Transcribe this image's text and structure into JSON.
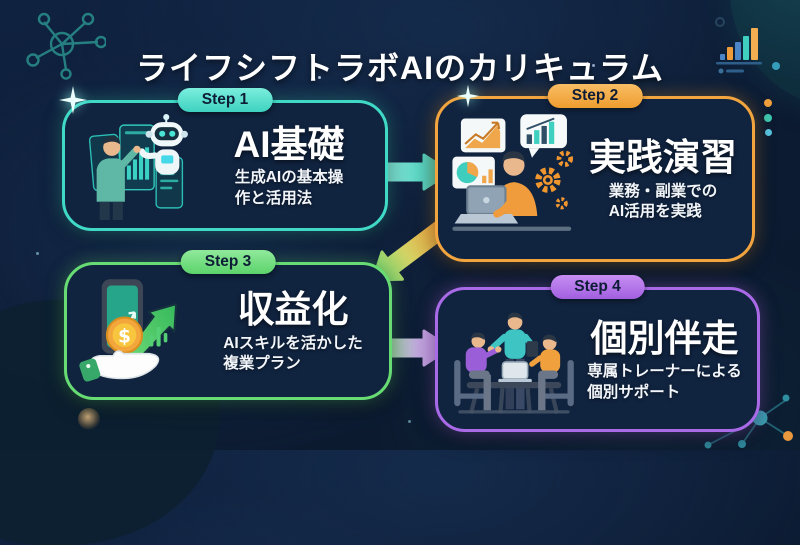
{
  "page_title": "ライフシフトラボAIのカリキュラム",
  "steps": [
    {
      "badge": "Step 1",
      "name": "AI基礎",
      "desc_line1": "生成AIの基本操",
      "desc_line2": "作と活用法",
      "accent": "#3FD9C6",
      "illustration": "person-teaching-robot"
    },
    {
      "badge": "Step 2",
      "name": "実践演習",
      "desc_line1": "業務・副業での",
      "desc_line2": "AI活用を実践",
      "accent": "#F2A53F",
      "illustration": "person-laptop-charts"
    },
    {
      "badge": "Step 3",
      "name": "収益化",
      "desc_line1": "AIスキルを活かした",
      "desc_line2": "複業プラン",
      "accent": "#68DC74",
      "illustration": "hand-phone-coin-growth"
    },
    {
      "badge": "Step 4",
      "name": "個別伴走",
      "desc_line1": "専属トレーナーによる",
      "desc_line2": "個別サポート",
      "accent": "#A96AE8",
      "illustration": "trainer-group-meeting"
    }
  ],
  "arrows": [
    {
      "from": "Step 1",
      "to": "Step 2",
      "colors": [
        "#8CEADB",
        "#2FC4B2"
      ]
    },
    {
      "from": "Step 2",
      "to": "Step 3",
      "colors": [
        "#F2A53F",
        "#6FDD78"
      ]
    },
    {
      "from": "Step 3",
      "to": "Step 4",
      "colors": [
        "#9FE6A0",
        "#D79BF0"
      ]
    }
  ],
  "colors": {
    "background": "#0D1B33",
    "card_background": "#10233F",
    "title_text": "#FFFFFF",
    "badge_text": "#0E1D36"
  },
  "decorative_icons": {
    "top_left": "molecule-network-icon",
    "top_right_planet": "planet-circle",
    "top_right_chart": "bar-chart-icon",
    "right_edge": "three-colored-dots",
    "bottom_right": "molecule-network-icon",
    "card_corners": "sparkle-star-icon"
  }
}
